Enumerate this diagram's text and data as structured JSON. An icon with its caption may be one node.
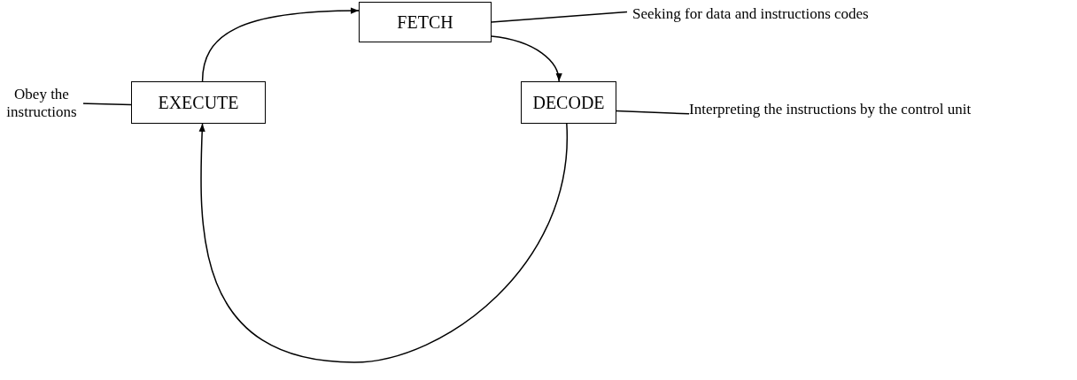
{
  "diagram": {
    "nodes": [
      {
        "text": [
          "FETCH"
        ]
      },
      {
        "text": [
          "Seeking for data and instructions codes"
        ]
      },
      {
        "text": [
          "EXECUTE"
        ]
      },
      {
        "text": [
          "Obey the instructions"
        ]
      },
      {
        "text": [
          "DECODE"
        ]
      },
      {
        "text": [
          "Interpreting the instructions by the control unit"
        ]
      }
    ],
    "edges": [
      {
        "from": 2,
        "to": 0,
        "arrow": "to"
      },
      {
        "from": 0,
        "to": 4,
        "arrow": "to"
      },
      {
        "from": 4,
        "to": 2,
        "arrow": "to"
      },
      {
        "from": 1,
        "to": 0,
        "arrow": "none"
      },
      {
        "from": 5,
        "to": 4,
        "arrow": "none"
      },
      {
        "from": 3,
        "to": 2,
        "arrow": "none"
      }
    ]
  }
}
